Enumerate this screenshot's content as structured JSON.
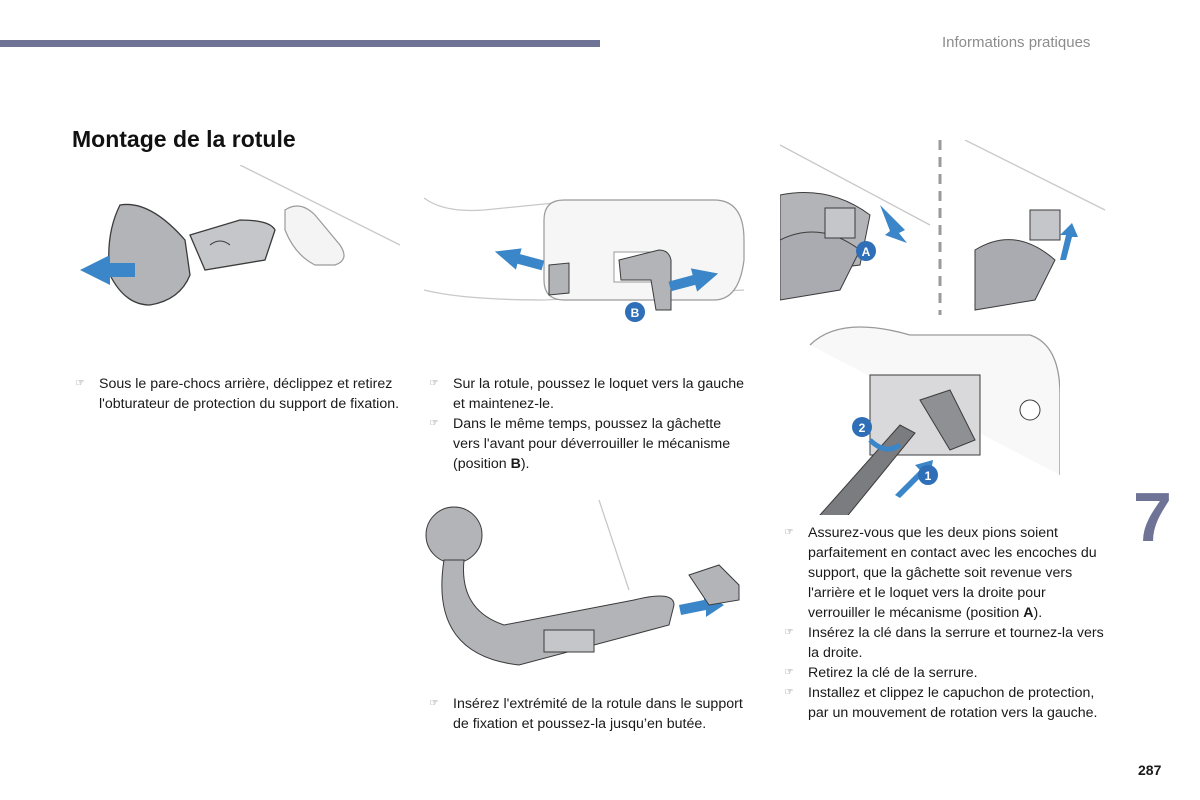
{
  "header": {
    "section_label": "Informations pratiques"
  },
  "title": "Montage de la rotule",
  "chapter_number": "7",
  "page_number": "287",
  "figures": {
    "fig_b": {
      "label": "B"
    },
    "fig_a": {
      "label": "A"
    },
    "fig_steps": {
      "label_1": "1",
      "label_2": "2"
    }
  },
  "bullet_icon": "hand-pointer-icon",
  "instructions": {
    "col1": [
      {
        "text": "Sous le pare-chocs arrière, déclippez et retirez l'obturateur de protection du support de fixation."
      }
    ],
    "col2": [
      {
        "text": "Sur la rotule, poussez le loquet vers la gauche et maintenez-le."
      },
      {
        "text_before": "Dans le même temps, poussez la gâchette vers l'avant pour déverrouiller le mécanisme (position ",
        "strong": "B",
        "text_after": ")."
      }
    ],
    "col2b": [
      {
        "text": "Insérez l'extrémité de la rotule dans le support de fixation et poussez-la jusqu’en butée."
      }
    ],
    "col3": [
      {
        "text_before": "Assurez-vous que les deux pions soient parfaitement en contact avec les encoches du support, que la gâchette soit revenue vers l'arrière et le loquet vers la droite pour verrouiller le mécanisme (position ",
        "strong": "A",
        "text_after": ")."
      },
      {
        "text": "Insérez la clé dans la serrure et tournez-la vers la droite."
      },
      {
        "text": "Retirez la clé de la serrure."
      },
      {
        "text": "Installez et clippez le capuchon de protection, par un mouvement de rotation vers la gauche."
      }
    ]
  },
  "colors": {
    "accent": "#6f7496",
    "arrow_blue": "#3a86c8",
    "badge_blue": "#2f6fb7",
    "part_gray": "#a9abb0"
  }
}
